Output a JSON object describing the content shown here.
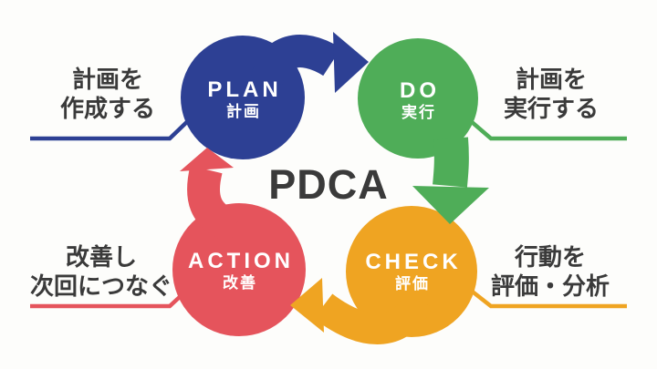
{
  "page": {
    "background": "#fdfdfb"
  },
  "center": {
    "label": "PDCA",
    "color": "#3a3a3a"
  },
  "nodes": [
    {
      "id": "plan",
      "label": "PLAN",
      "sublabel": "計画",
      "color": "#2d4094",
      "annotation": {
        "line1": "計画を",
        "line2": "作成する"
      }
    },
    {
      "id": "do",
      "label": "DO",
      "sublabel": "実行",
      "color": "#4fad58",
      "annotation": {
        "line1": "計画を",
        "line2": "実行する"
      }
    },
    {
      "id": "check",
      "label": "CHECK",
      "sublabel": "評価",
      "color": "#efa422",
      "annotation": {
        "line1": "行動を",
        "line2": "評価・分析"
      }
    },
    {
      "id": "action",
      "label": "ACTION",
      "sublabel": "改善",
      "color": "#e5545c",
      "annotation": {
        "line1": "改善し",
        "line2": "次回につなぐ"
      }
    }
  ]
}
